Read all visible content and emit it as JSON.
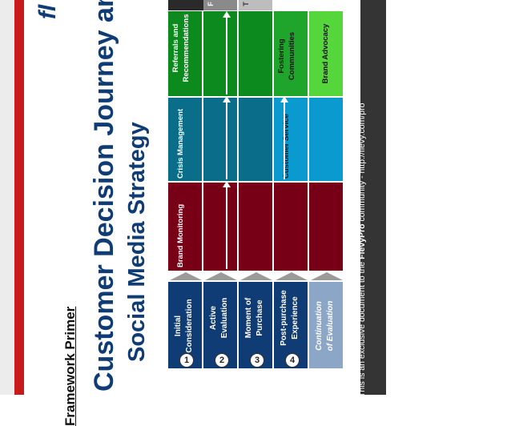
{
  "logo": "fl",
  "header": {
    "primer": "Framework Primer",
    "title_line1": "Customer Decision Journey and",
    "title_line2": "Social Media Strategy"
  },
  "stages": [
    {
      "num": "1",
      "line1": "Initial",
      "line2": "Consideration"
    },
    {
      "num": "2",
      "line1": "Active",
      "line2": "Evaluation"
    },
    {
      "num": "3",
      "line1": "Moment of",
      "line2": "Purchase"
    },
    {
      "num": "4",
      "line1": "Post-purchase",
      "line2": "Experience"
    },
    {
      "num": "",
      "line1": "Continuation",
      "line2": "of Evaluation"
    }
  ],
  "columns": {
    "brand_monitoring": "Brand Monitoring",
    "crisis_management": "Crisis Management",
    "referrals_line1": "Referrals and",
    "referrals_line2": "Recommendations"
  },
  "row4": {
    "customer_service": "Customer Service",
    "fostering_line1": "Fostering",
    "fostering_line2": "Communities"
  },
  "row5": {
    "brand_advocacy": "Brand Advocacy"
  },
  "top_stubs": [
    "F",
    "T"
  ],
  "footer": {
    "prefix": "This is an exclusive document to the ",
    "brand": "FlevyPro",
    "suffix": " community - http://flevy.com/pro"
  },
  "colors": {
    "maroon": "#770017",
    "teal": "#0a6e8a",
    "cyan": "#0a9ad0",
    "green": "#0c8a1e",
    "light_green": "#55d63a",
    "stage_blue": "#0f3c74",
    "accent_red": "#c81a1a"
  }
}
